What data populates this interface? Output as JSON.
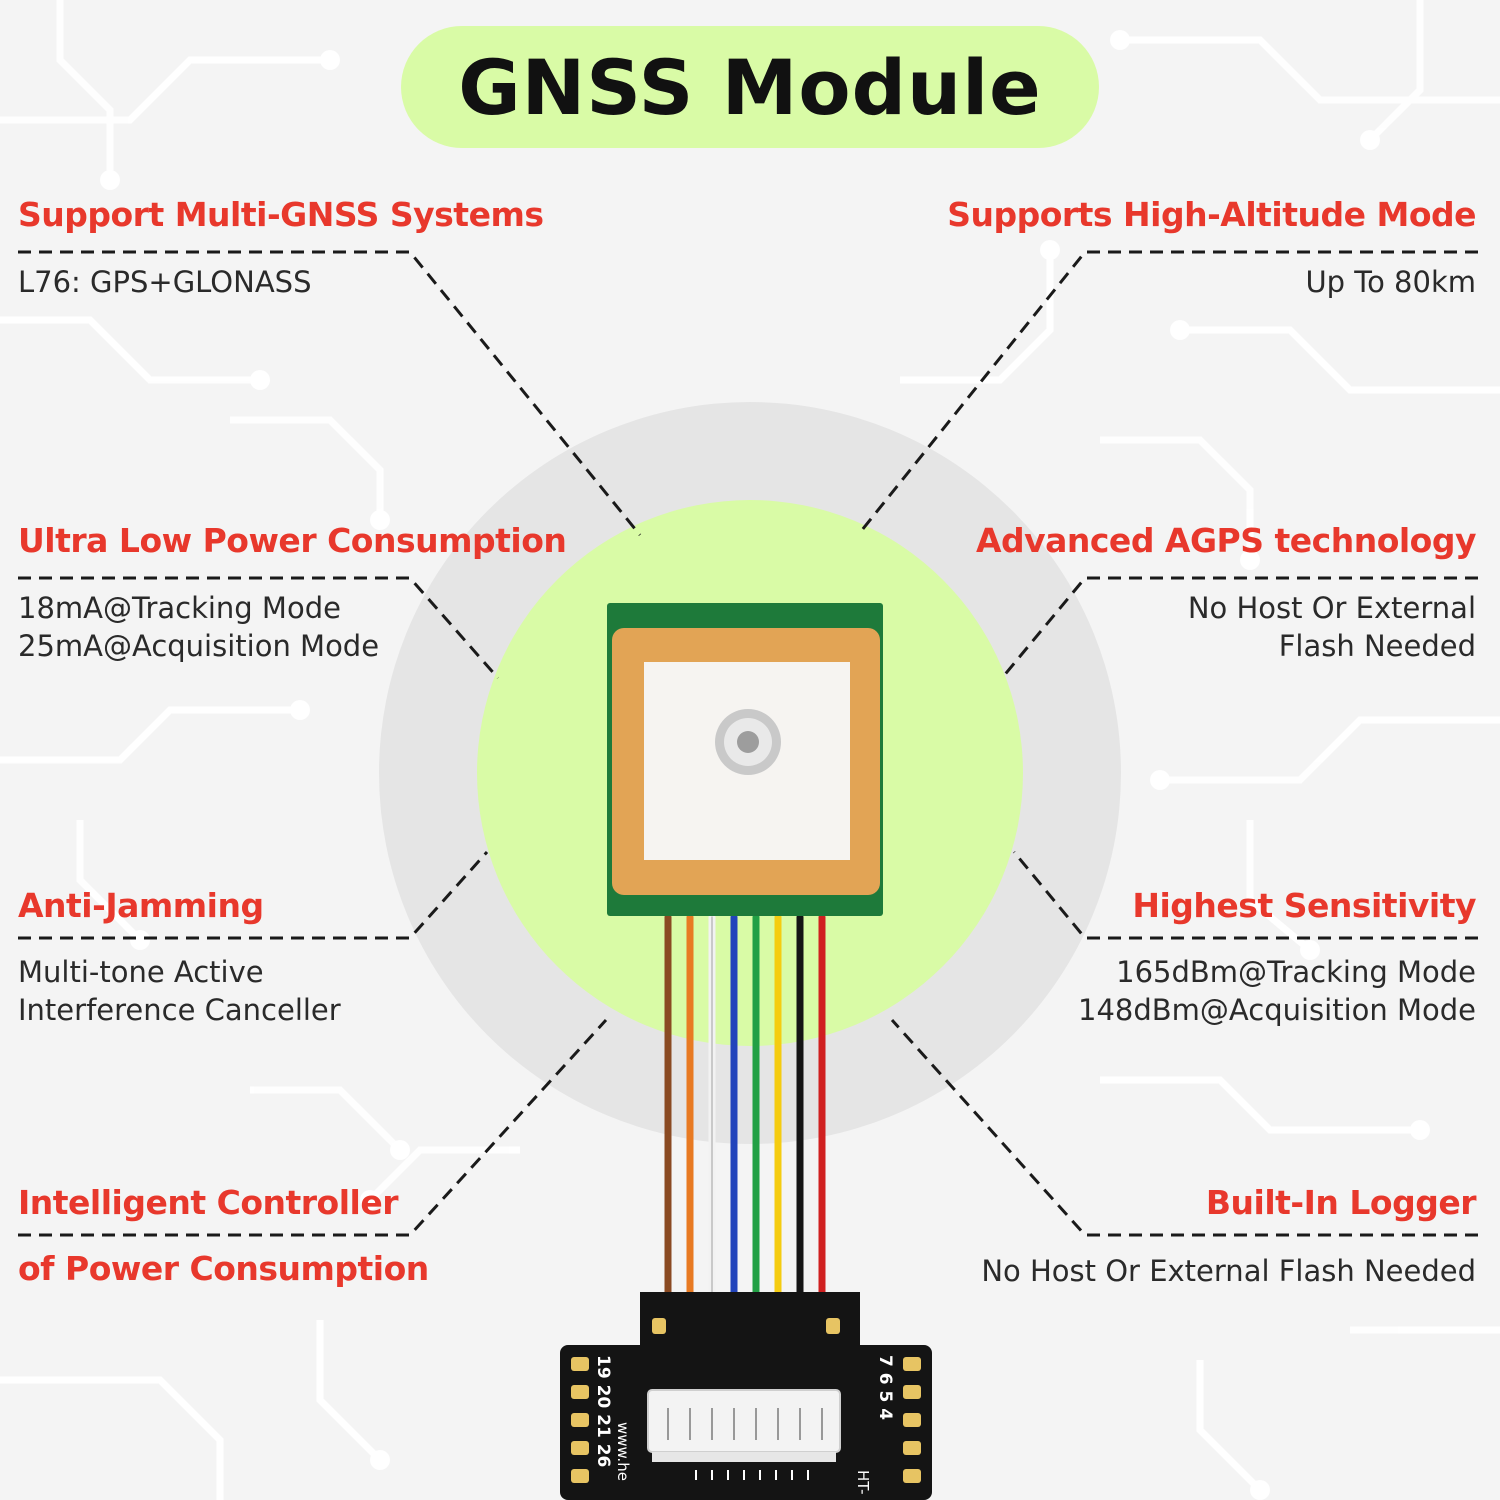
{
  "title": "GNSS Module",
  "features": [
    {
      "id": "multi-gnss",
      "title": "Support Multi-GNSS Systems",
      "desc": [
        "L76: GPS+GLONASS"
      ]
    },
    {
      "id": "high-altitude",
      "title": "Supports High-Altitude Mode",
      "desc": [
        "Up To 80km"
      ]
    },
    {
      "id": "low-power",
      "title": "Ultra Low Power Consumption",
      "desc": [
        "18mA@Tracking Mode",
        "25mA@Acquisition Mode"
      ]
    },
    {
      "id": "agps",
      "title": "Advanced AGPS technology",
      "desc": [
        "No Host Or External",
        "Flash Needed"
      ]
    },
    {
      "id": "anti-jamming",
      "title": "Anti-Jamming",
      "desc": [
        "Multi-tone Active",
        "Interference Canceller"
      ]
    },
    {
      "id": "sensitivity",
      "title": "Highest Sensitivity",
      "desc": [
        "165dBm@Tracking Mode",
        "148dBm@Acquisition Mode"
      ]
    },
    {
      "id": "power-controller",
      "title": "Intelligent Controller",
      "title2": "of Power Consumption",
      "desc": []
    },
    {
      "id": "logger",
      "title": "Built-In Logger",
      "desc": [
        "No Host Or External Flash Needed"
      ]
    }
  ],
  "board_labels": {
    "left_pins": "19 20 21 26",
    "right_pins": "7 6 5 4",
    "url_fragment": "www.he",
    "model_fragment": "HT-"
  },
  "colors": {
    "title_pill": "#d9fba6",
    "accent_text": "#e8382c",
    "halo_outer": "#e5e5e5",
    "halo_inner": "#d9fba6",
    "antenna_pcb": "#1e7a3a",
    "antenna_ceramic": "#e2a455",
    "wires": [
      "#8a4a22",
      "#e87a22",
      "#f2f2f2",
      "#2244bb",
      "#22a045",
      "#f5cc10",
      "#151515",
      "#d02020"
    ]
  }
}
